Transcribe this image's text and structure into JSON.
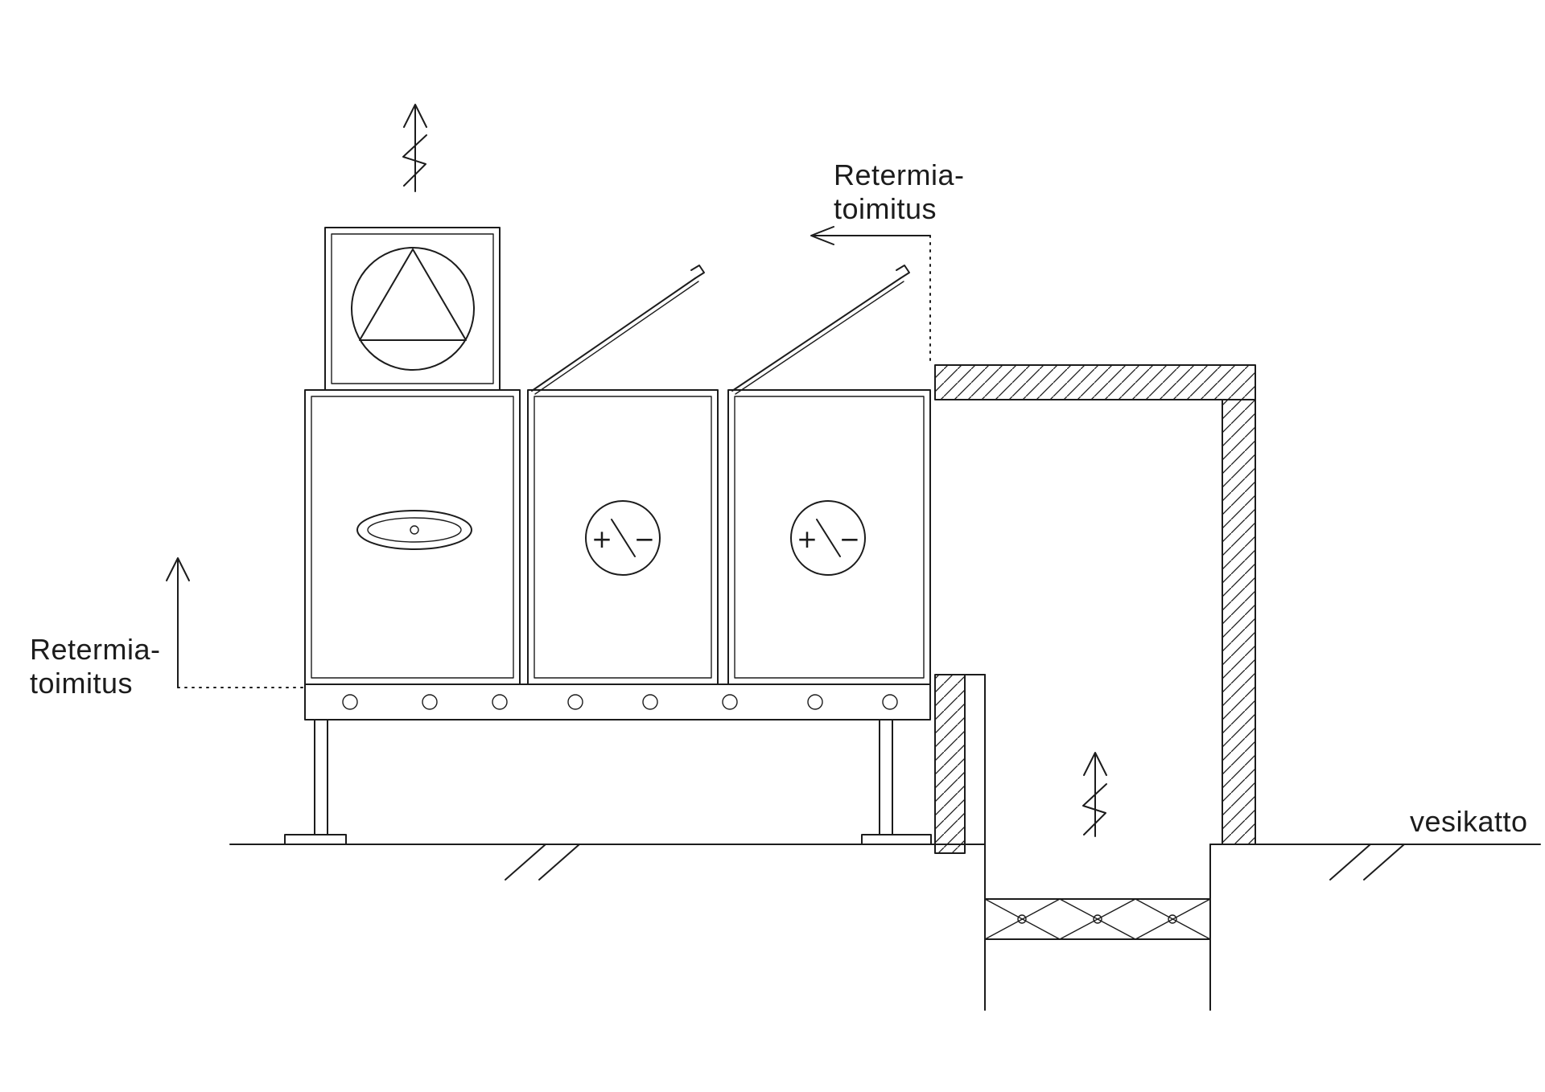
{
  "colors": {
    "background": "#ffffff",
    "line": "#1c1c1c"
  },
  "annotations": {
    "right_delivery": {
      "line1": "Retermia-",
      "line2": "toimitus"
    },
    "left_delivery": {
      "line1": "Retermia-",
      "line2": "toimitus"
    },
    "roof": "vesikatto"
  },
  "symbols": {
    "coil_plus": "+",
    "coil_minus": "−"
  }
}
